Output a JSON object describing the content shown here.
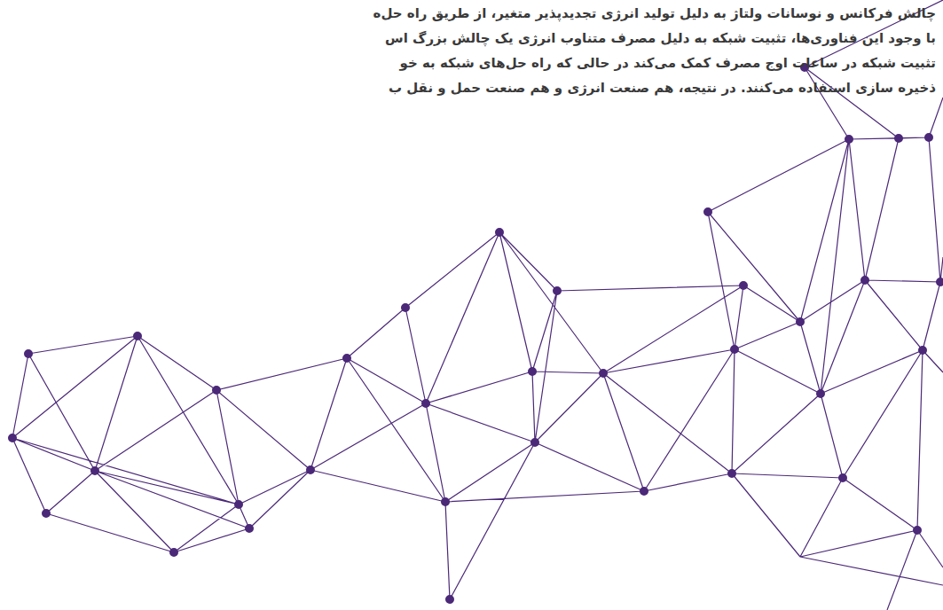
{
  "diagram": {
    "labels": [
      "چالش فرکانس و نوسانات ولتاژ به دلیل تولید انرژی تجدیدپذیر متغیر، از طریق راه حل‌ه",
      "با وجود این فناوری‌ها، تثبیت شبکه به دلیل مصرف متناوب انرژی یک چالش بزرگ اس",
      "تثبیت شبکه در ساعات اوج مصرف کمک می‌کند در حالی که راه حل‌های شبکه به خو",
      "ذخیره سازی استفاده می‌کنند. در نتیجه، هم صنعت انرژی و هم صنعت حمل و نقل ب"
    ]
  }
}
